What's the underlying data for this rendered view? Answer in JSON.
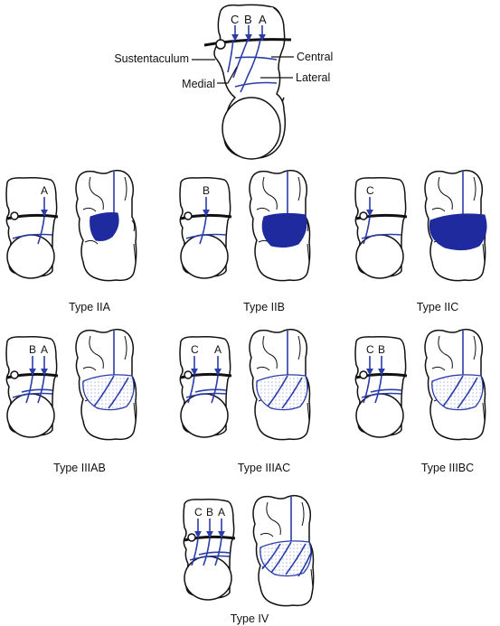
{
  "top": {
    "letters": [
      "C",
      "B",
      "A"
    ],
    "labels": {
      "sustentaculum": "Sustentaculum",
      "central": "Central",
      "medial": "Medial",
      "lateral": "Lateral"
    }
  },
  "panels": [
    {
      "label": "Type IIA",
      "letters": [
        "A"
      ],
      "fragment": "solid-small"
    },
    {
      "label": "Type IIB",
      "letters": [
        "B"
      ],
      "fragment": "solid-medium"
    },
    {
      "label": "Type IIC",
      "letters": [
        "C"
      ],
      "fragment": "solid-large"
    },
    {
      "label": "Type IIIAB",
      "letters": [
        "B",
        "A"
      ],
      "fragment": "dotted"
    },
    {
      "label": "Type IIIAC",
      "letters": [
        "C",
        "A"
      ],
      "fragment": "dotted"
    },
    {
      "label": "Type IIIBC",
      "letters": [
        "C",
        "B"
      ],
      "fragment": "dotted"
    },
    {
      "label": "Type IV",
      "letters": [
        "C",
        "B",
        "A"
      ],
      "fragment": "dotted"
    }
  ],
  "colors": {
    "fracture_line": "#2a3da8",
    "fragment_fill": "#1f2a9e",
    "outline": "#111111"
  }
}
